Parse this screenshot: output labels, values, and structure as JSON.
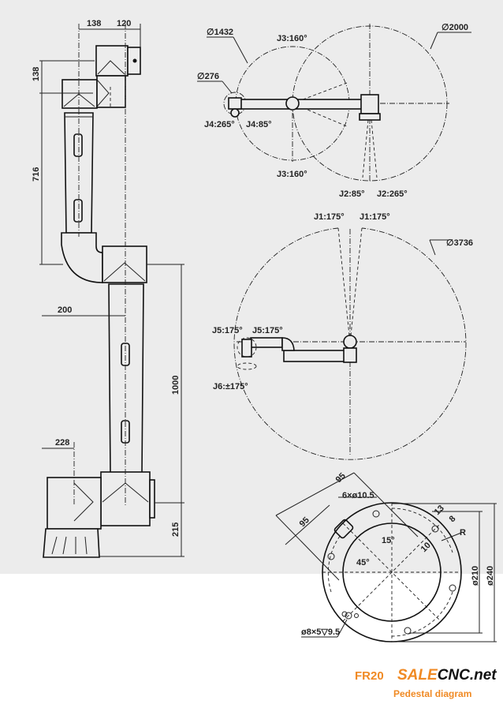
{
  "title": "FR20",
  "watermark": "FR20",
  "side_view": {
    "dims": {
      "top_left": "138",
      "top_right": "120",
      "wrist_offset": "138",
      "upper_arm": "716",
      "elbow_offset": "200",
      "lower_arm": "1000",
      "base_offset": "228",
      "base_height": "215"
    }
  },
  "top_view": {
    "outer_diameter": "∅2000",
    "inner_diameter": "∅1432",
    "wrist_diameter": "∅276",
    "j3_top": "J3:160°",
    "j3_bottom": "J3:160°",
    "j4_left": "J4:265°",
    "j4_right": "J4:85°",
    "j2_left": "J2:85°",
    "j2_right": "J2:265°"
  },
  "front_view": {
    "diameter": "∅3736",
    "j1_left": "J1:175°",
    "j1_right": "J1:175°",
    "j5_left": "J5:175°",
    "j5_right": "J5:175°",
    "j6": "J6:±175°"
  },
  "pedestal": {
    "dim_95_a": "95",
    "dim_95_b": "95",
    "holes": "6×ø10.5",
    "angle_15": "15°",
    "angle_45": "45°",
    "dim_13": "13",
    "dim_8": "8",
    "radius": "R",
    "dim_10": "10",
    "inner_dia": "ø210",
    "outer_dia": "ø240",
    "pin_holes": "ø8×5▽9.5"
  },
  "footer": {
    "model": "FR20",
    "brand_a": "SALE",
    "brand_b": "CNC.net",
    "caption": "Pedestal diagram"
  },
  "colors": {
    "accent": "#f08a24",
    "background": "#ececec"
  }
}
